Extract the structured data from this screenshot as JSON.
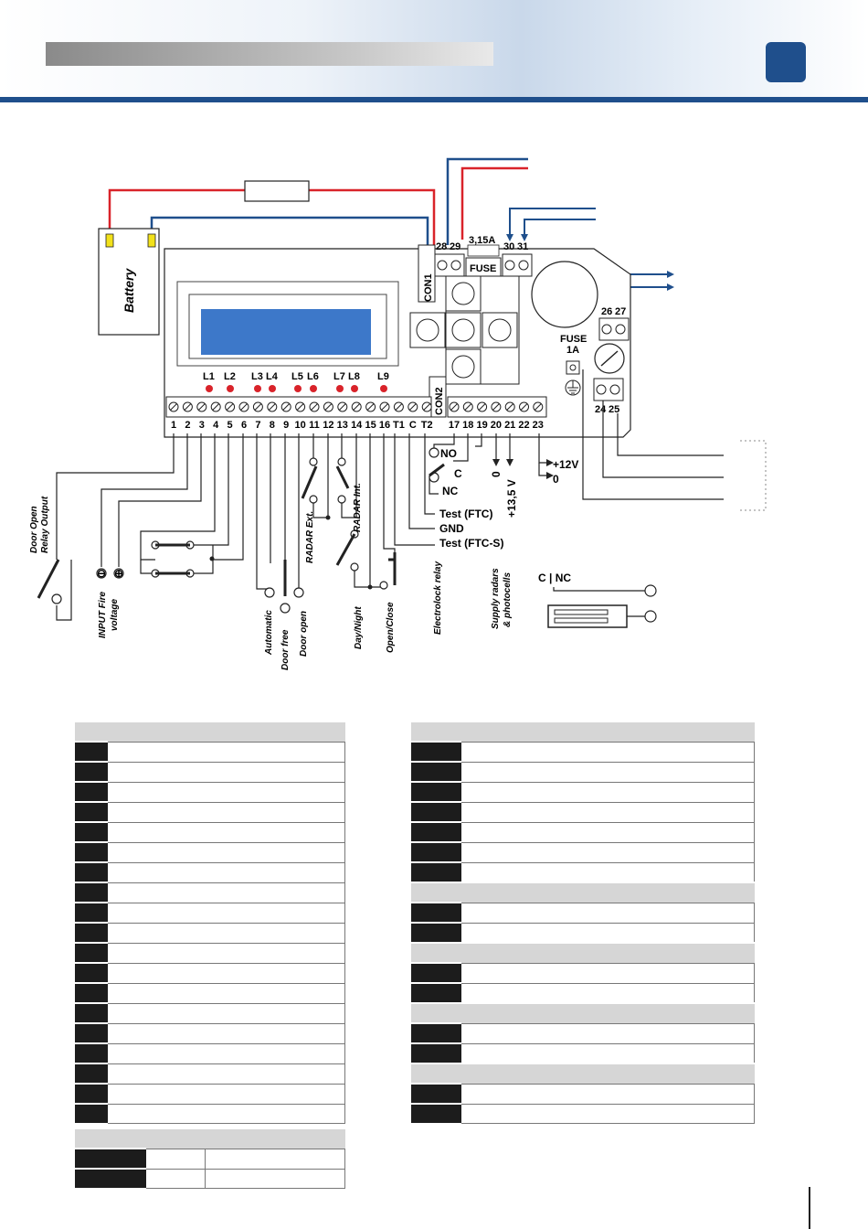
{
  "battery": {
    "label": "Battery"
  },
  "connectors": {
    "con1": "CON1",
    "con2": "CON2"
  },
  "fuses": {
    "main_rating": "3,15A",
    "main_label": "FUSE",
    "aux_label": "FUSE",
    "aux_rating": "1A"
  },
  "terminals": {
    "top": [
      "28",
      "29",
      "30",
      "31"
    ],
    "right": [
      "26",
      "27",
      "24",
      "25"
    ],
    "bottom_left": [
      "1",
      "2",
      "3",
      "4",
      "5",
      "6",
      "7",
      "8",
      "9",
      "10",
      "11",
      "12",
      "13",
      "14",
      "15",
      "16",
      "T1",
      "C",
      "T2"
    ],
    "bottom_right": [
      "17",
      "18",
      "19",
      "20",
      "21",
      "22",
      "23"
    ]
  },
  "leds": [
    "L1",
    "L2",
    "L3",
    "L4",
    "L5",
    "L6",
    "L7",
    "L8",
    "L9"
  ],
  "labels": {
    "door_open_relay": [
      "Door Open",
      "Relay Output"
    ],
    "input_fire": [
      "INPUT Fire",
      "voltage"
    ],
    "automatic": "Automatic",
    "door_free": "Door free",
    "door_open": "Door open",
    "radar_ext": "RADAR Ext.",
    "radar_int": "RADAR Int.",
    "day_night": "Day/Night",
    "open_close": "Open/Close",
    "electrolock_relay": "Electrolock relay",
    "supply_radars": [
      "Supply radars",
      "& photocells"
    ],
    "no": "NO",
    "c": "C",
    "nc": "NC",
    "zero_a": "0",
    "v135": "+13,5 V",
    "v12": "+12V",
    "zero_b": "0",
    "test_ftc": "Test (FTC)",
    "gnd": "GND",
    "test_ftcs": "Test (FTC-S)",
    "c_nc": "C | NC",
    "minus": "⊖",
    "plus": "⊕"
  },
  "colors": {
    "brand_blue": "#1f4f8c",
    "wire_red": "#d9232a",
    "wire_blue": "#1f4f8c",
    "led_red": "#d9232a",
    "lcd_blue": "#3d78c9"
  }
}
